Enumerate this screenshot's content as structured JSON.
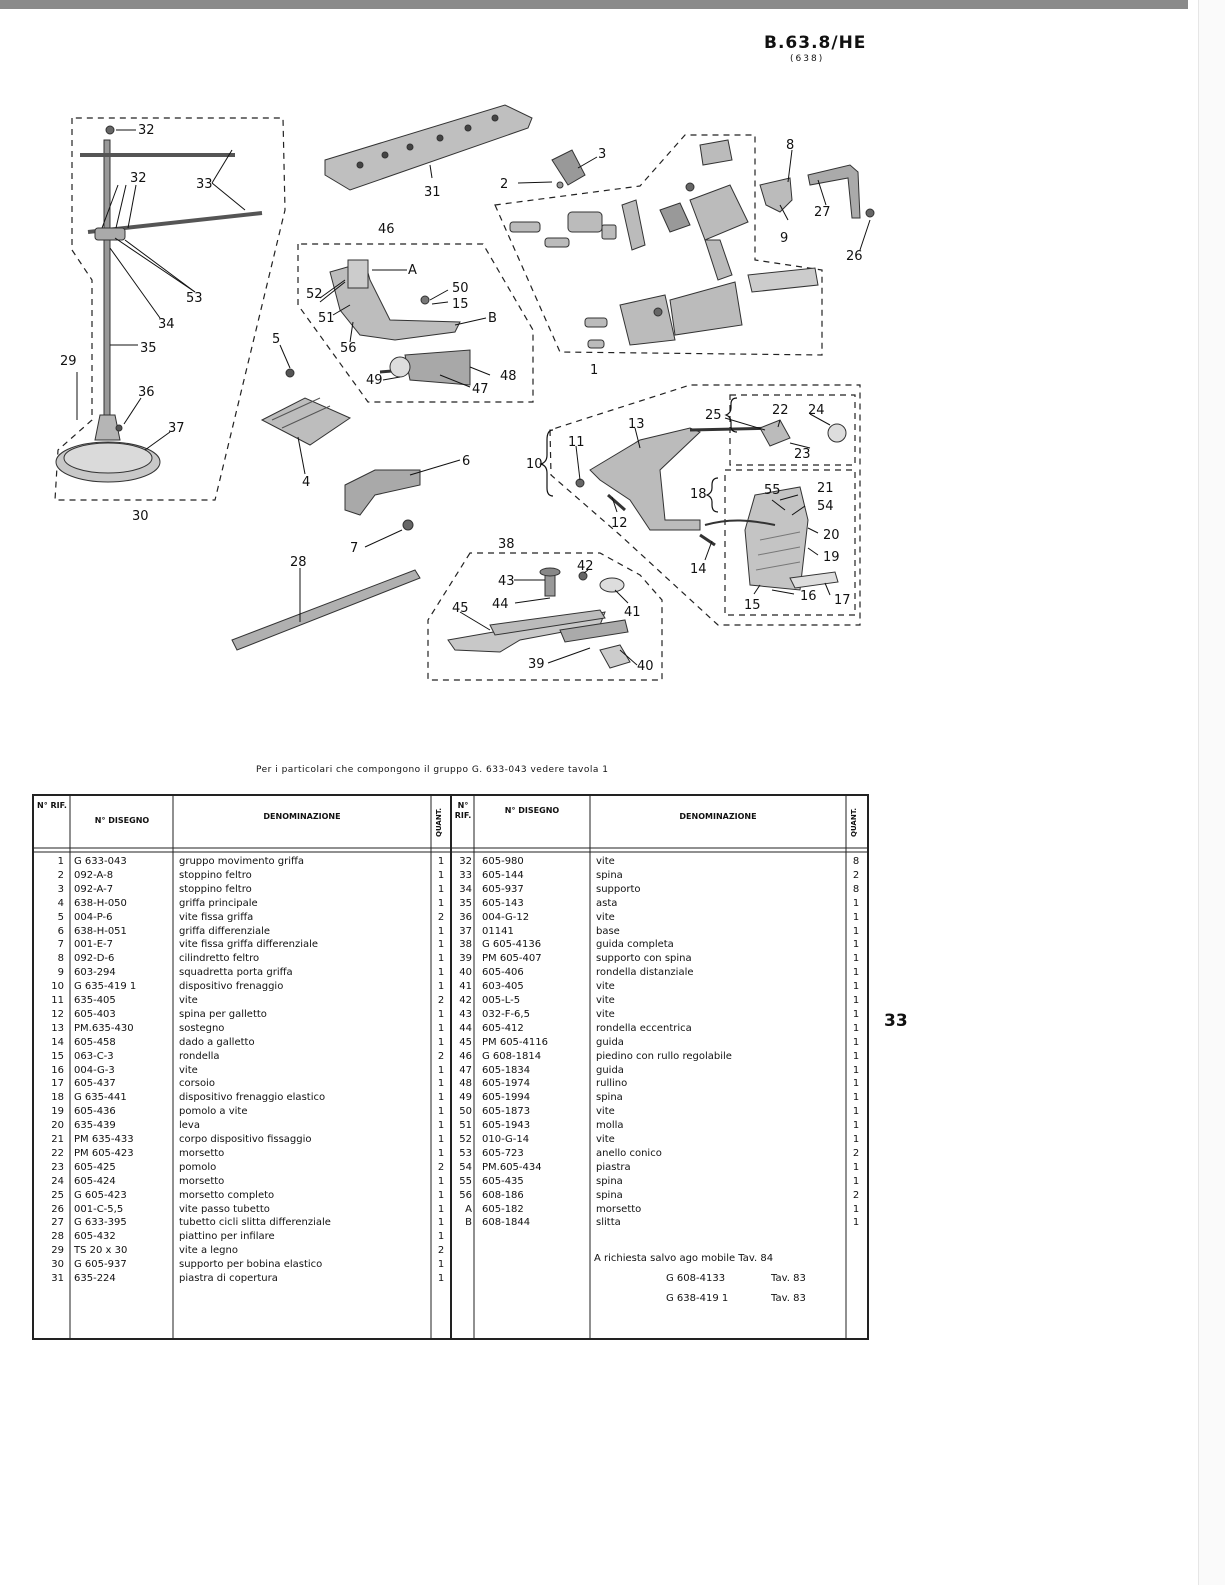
{
  "header": {
    "code": "B.63.8/HE",
    "subcode": "(638)"
  },
  "page_number": "33",
  "note": "Per i particolari che compongono il gruppo G. 633-043 vedere tavola 1",
  "diagram": {
    "callouts": [
      "32",
      "32",
      "33",
      "53",
      "34",
      "35",
      "29",
      "36",
      "37",
      "30",
      "31",
      "2",
      "3",
      "46",
      "A",
      "50",
      "15",
      "52",
      "51",
      "B",
      "56",
      "49",
      "47",
      "48",
      "5",
      "4",
      "6",
      "7",
      "28",
      "8",
      "27",
      "9",
      "26",
      "1",
      "13",
      "11",
      "10",
      "25",
      "22",
      "24",
      "23",
      "18",
      "55",
      "21",
      "54",
      "20",
      "19",
      "12",
      "14",
      "15",
      "16",
      "17",
      "38",
      "43",
      "42",
      "44",
      "45",
      "41",
      "39",
      "40"
    ]
  },
  "table": {
    "headers": {
      "ref": "N° RIF.",
      "disegno": "N° DISEGNO",
      "denominazione": "DENOMINAZIONE",
      "quant": "QUANT."
    },
    "left": [
      {
        "ref": "1",
        "dis": "G 633-043",
        "den": "gruppo movimento griffa",
        "q": "1"
      },
      {
        "ref": "2",
        "dis": "092-A-8",
        "den": "stoppino feltro",
        "q": "1"
      },
      {
        "ref": "3",
        "dis": "092-A-7",
        "den": "stoppino feltro",
        "q": "1"
      },
      {
        "ref": "4",
        "dis": "638-H-050",
        "den": "griffa principale",
        "q": "1"
      },
      {
        "ref": "5",
        "dis": "004-P-6",
        "den": "vite fissa griffa",
        "q": "2"
      },
      {
        "ref": "6",
        "dis": "638-H-051",
        "den": "griffa differenziale",
        "q": "1"
      },
      {
        "ref": "7",
        "dis": "001-E-7",
        "den": "vite fissa griffa differenziale",
        "q": "1"
      },
      {
        "ref": "8",
        "dis": "092-D-6",
        "den": "cilindretto feltro",
        "q": "1"
      },
      {
        "ref": "9",
        "dis": "603-294",
        "den": "squadretta porta griffa",
        "q": "1"
      },
      {
        "ref": "10",
        "dis": "G 635-419 1",
        "den": "dispositivo frenaggio",
        "q": "1"
      },
      {
        "ref": "11",
        "dis": "635-405",
        "den": "vite",
        "q": "2"
      },
      {
        "ref": "12",
        "dis": "605-403",
        "den": "spina per galletto",
        "q": "1"
      },
      {
        "ref": "13",
        "dis": "PM.635-430",
        "den": "sostegno",
        "q": "1"
      },
      {
        "ref": "14",
        "dis": "605-458",
        "den": "dado a galletto",
        "q": "1"
      },
      {
        "ref": "15",
        "dis": "063-C-3",
        "den": "rondella",
        "q": "2"
      },
      {
        "ref": "16",
        "dis": "004-G-3",
        "den": "vite",
        "q": "1"
      },
      {
        "ref": "17",
        "dis": "605-437",
        "den": "corsoio",
        "q": "1"
      },
      {
        "ref": "18",
        "dis": "G 635-441",
        "den": "dispositivo frenaggio elastico",
        "q": "1"
      },
      {
        "ref": "19",
        "dis": "605-436",
        "den": "pomolo a vite",
        "q": "1"
      },
      {
        "ref": "20",
        "dis": "635-439",
        "den": "leva",
        "q": "1"
      },
      {
        "ref": "21",
        "dis": "PM 635-433",
        "den": "corpo dispositivo fissaggio",
        "q": "1"
      },
      {
        "ref": "22",
        "dis": "PM 605-423",
        "den": "morsetto",
        "q": "1"
      },
      {
        "ref": "23",
        "dis": "605-425",
        "den": "pomolo",
        "q": "2"
      },
      {
        "ref": "24",
        "dis": "605-424",
        "den": "morsetto",
        "q": "1"
      },
      {
        "ref": "25",
        "dis": "G 605-423",
        "den": "morsetto completo",
        "q": "1"
      },
      {
        "ref": "26",
        "dis": "001-C-5,5",
        "den": "vite passo tubetto",
        "q": "1"
      },
      {
        "ref": "27",
        "dis": "G 633-395",
        "den": "tubetto cicli slitta differenziale",
        "q": "1"
      },
      {
        "ref": "28",
        "dis": "605-432",
        "den": "piattino per infilare",
        "q": "1"
      },
      {
        "ref": "29",
        "dis": "TS 20 x 30",
        "den": "vite a legno",
        "q": "2"
      },
      {
        "ref": "30",
        "dis": "G 605-937",
        "den": "supporto per bobina elastico",
        "q": "1"
      },
      {
        "ref": "31",
        "dis": "635-224",
        "den": "piastra di copertura",
        "q": "1"
      }
    ],
    "right": [
      {
        "ref": "32",
        "dis": "605-980",
        "den": "vite",
        "q": "8"
      },
      {
        "ref": "33",
        "dis": "605-144",
        "den": "spina",
        "q": "2"
      },
      {
        "ref": "34",
        "dis": "605-937",
        "den": "supporto",
        "q": "8"
      },
      {
        "ref": "35",
        "dis": "605-143",
        "den": "asta",
        "q": "1"
      },
      {
        "ref": "36",
        "dis": "004-G-12",
        "den": "vite",
        "q": "1"
      },
      {
        "ref": "37",
        "dis": "01141",
        "den": "base",
        "q": "1"
      },
      {
        "ref": "38",
        "dis": "G 605-4136",
        "den": "guida completa",
        "q": "1"
      },
      {
        "ref": "39",
        "dis": "PM 605-407",
        "den": "supporto con spina",
        "q": "1"
      },
      {
        "ref": "40",
        "dis": "605-406",
        "den": "rondella distanziale",
        "q": "1"
      },
      {
        "ref": "41",
        "dis": "603-405",
        "den": "vite",
        "q": "1"
      },
      {
        "ref": "42",
        "dis": "005-L-5",
        "den": "vite",
        "q": "1"
      },
      {
        "ref": "43",
        "dis": "032-F-6,5",
        "den": "vite",
        "q": "1"
      },
      {
        "ref": "44",
        "dis": "605-412",
        "den": "rondella eccentrica",
        "q": "1"
      },
      {
        "ref": "45",
        "dis": "PM 605-4116",
        "den": "guida",
        "q": "1"
      },
      {
        "ref": "46",
        "dis": "G 608-1814",
        "den": "piedino con rullo regolabile",
        "q": "1"
      },
      {
        "ref": "47",
        "dis": "605-1834",
        "den": "guida",
        "q": "1"
      },
      {
        "ref": "48",
        "dis": "605-1974",
        "den": "rullino",
        "q": "1"
      },
      {
        "ref": "49",
        "dis": "605-1994",
        "den": "spina",
        "q": "1"
      },
      {
        "ref": "50",
        "dis": "605-1873",
        "den": "vite",
        "q": "1"
      },
      {
        "ref": "51",
        "dis": "605-1943",
        "den": "molla",
        "q": "1"
      },
      {
        "ref": "52",
        "dis": "010-G-14",
        "den": "vite",
        "q": "1"
      },
      {
        "ref": "53",
        "dis": "605-723",
        "den": "anello conico",
        "q": "2"
      },
      {
        "ref": "54",
        "dis": "PM.605-434",
        "den": "piastra",
        "q": "1"
      },
      {
        "ref": "55",
        "dis": "605-435",
        "den": "spina",
        "q": "1"
      },
      {
        "ref": "56",
        "dis": "608-186",
        "den": "spina",
        "q": "2"
      },
      {
        "ref": "A",
        "dis": "605-182",
        "den": "morsetto",
        "q": "1"
      },
      {
        "ref": "B",
        "dis": "608-1844",
        "den": "slitta",
        "q": "1"
      }
    ],
    "extra": {
      "line1": "A richiesta  salvo ago mobile  Tav. 84",
      "line2_code": "G 608-4133",
      "line2_tav": "Tav. 83",
      "line3_code": "G 638-419  1",
      "line3_tav": "Tav. 83"
    }
  }
}
